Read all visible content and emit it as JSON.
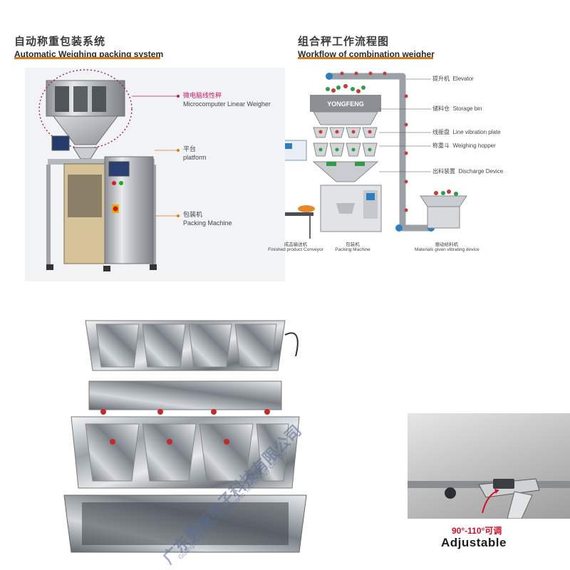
{
  "left_title": {
    "cn": "自动称重包装系统",
    "en": "Automatic Weighing packing system"
  },
  "right_title": {
    "cn": "组合秤工作流程图",
    "en": "Workflow of combination weigher"
  },
  "left_callouts": [
    {
      "cn": "微电脑线性秤",
      "en": "Microcomputer Linear Weigher"
    },
    {
      "cn": "平台",
      "en": "platform"
    },
    {
      "cn": "包装机",
      "en": "Packing Machine"
    }
  ],
  "flow_labels": [
    {
      "cn": "提升机",
      "en": "Elevator"
    },
    {
      "cn": "储料仓",
      "en": "Storage bin"
    },
    {
      "cn": "线振盘",
      "en": "Line vibration plate"
    },
    {
      "cn": "称重斗",
      "en": "Weighing hopper"
    },
    {
      "cn": "出料装置",
      "en": "Discharge Device"
    }
  ],
  "flow_bottom_labels": [
    {
      "cn": "成品输送机",
      "en": "Finished product Conveyor"
    },
    {
      "cn": "包装机",
      "en": "Packing Machine"
    },
    {
      "cn": "振动给料机",
      "en": "Materials given vibrating device"
    }
  ],
  "machine_brand": "YONGFENG",
  "watermark": {
    "cn": "广东勇锋电子科技有限公司",
    "en": "Guangdong Yongfeng Electronic Technology Co., Ltd"
  },
  "adjustable": {
    "range": "90°-110°可调",
    "label": "Adjustable"
  },
  "colors": {
    "accent_orange": "#e07a1f",
    "callout_magenta": "#c2186b",
    "range_red": "#d0102a"
  }
}
